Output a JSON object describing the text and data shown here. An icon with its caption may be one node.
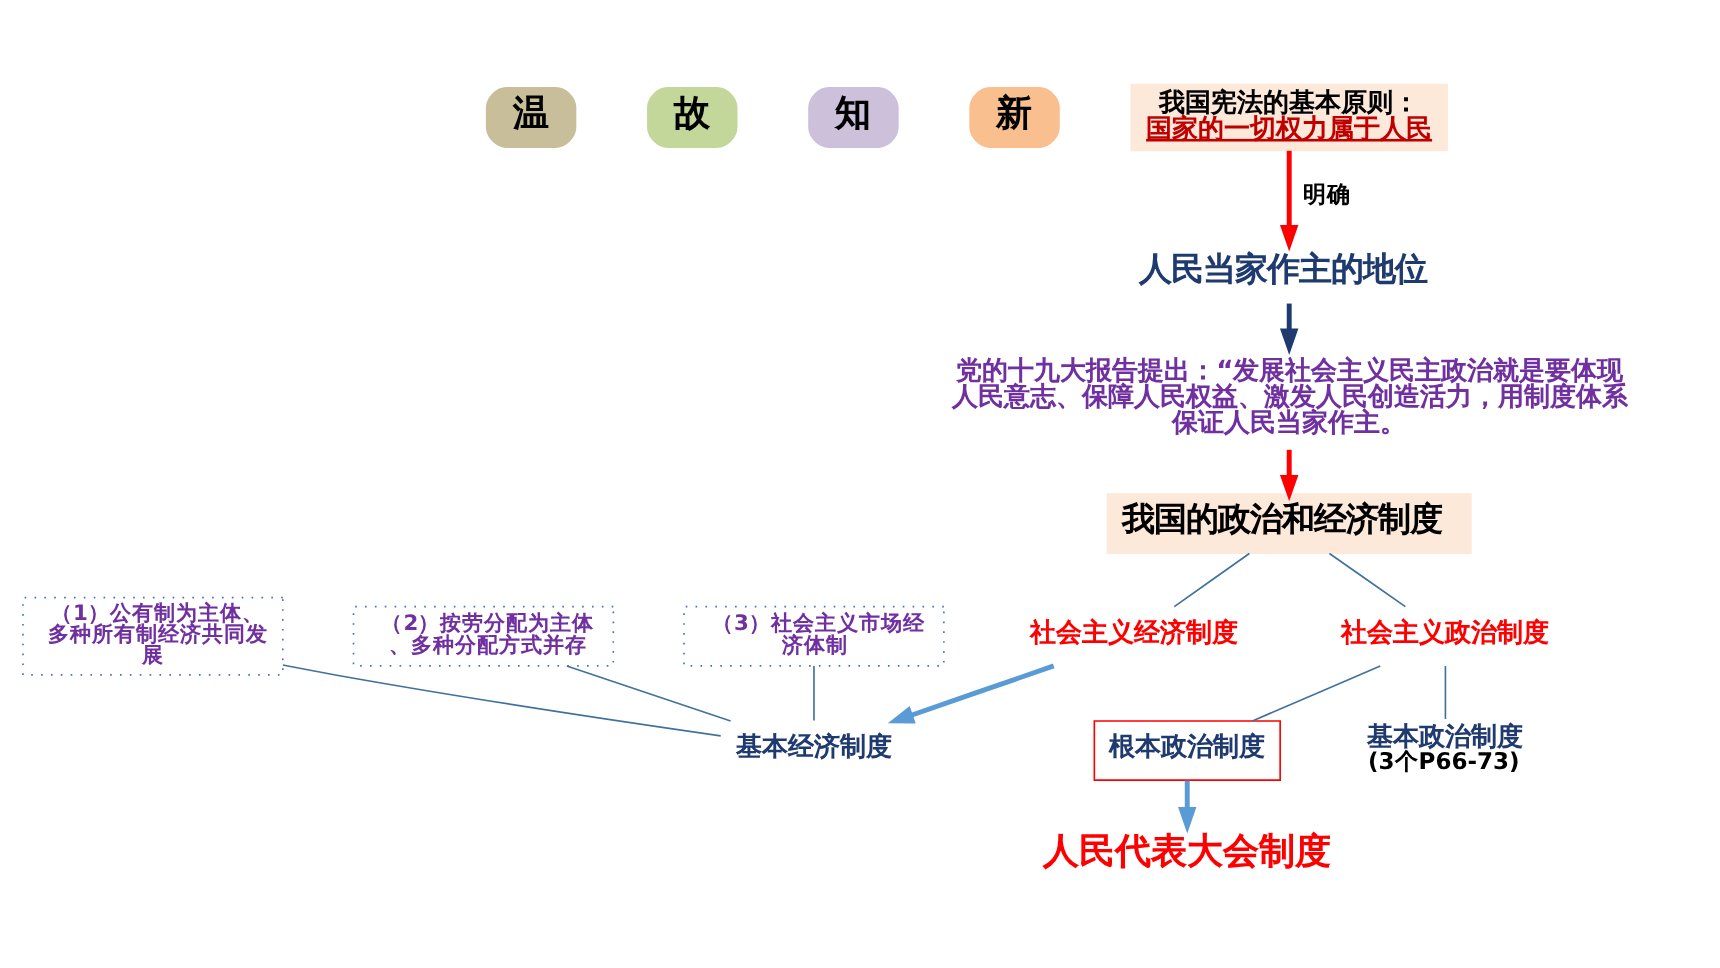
{
  "diagram": {
    "nodes": [
      {
        "text": [
          "温"
        ]
      },
      {
        "text": [
          "故"
        ]
      },
      {
        "text": [
          "知"
        ]
      },
      {
        "text": [
          "新"
        ]
      },
      {
        "text": [
          "我国宪法的基本原则：",
          "国家的一切权力属于人民"
        ]
      },
      {
        "text": [
          "人民当家作主的地位"
        ]
      },
      {
        "text": [
          "党的十九大报告提出：“发展社会主义民主政治就是要体现人民意志、保障人民权益、激发人民创造活力，用制度体系保证人民当家作主。"
        ]
      },
      {
        "text": [
          "我国的政治和经济制度"
        ]
      },
      {
        "text": [
          "社会主义经济制度"
        ]
      },
      {
        "text": [
          "社会主义政治制度"
        ]
      },
      {
        "text": [
          "基本经济制度"
        ]
      },
      {
        "text": [
          "根本政治制度"
        ]
      },
      {
        "text": [
          "基本政治制度"
        ],
        "beside": [
          "(3个P66-73)"
        ]
      },
      {
        "text": [
          "人民代表大会制度"
        ]
      },
      {
        "text": [
          "（1）公有制为主体、多种所有制经济共同发展"
        ]
      },
      {
        "text": [
          "（2）按劳分配为主体、多种分配方式并存"
        ]
      },
      {
        "text": [
          "（3）社会主义市场经济体制"
        ]
      }
    ],
    "edges": [
      {
        "from": 4,
        "to": 5,
        "arrow": "to",
        "label": "明确",
        "color": "#ff0000",
        "style": "thick"
      },
      {
        "from": 5,
        "to": 6,
        "arrow": "to",
        "color": "#1f3a6e",
        "style": "thick"
      },
      {
        "from": 6,
        "to": 7,
        "arrow": "to",
        "color": "#ff0000",
        "style": "thick"
      },
      {
        "from": 7,
        "to": 8,
        "arrow": "none"
      },
      {
        "from": 7,
        "to": 9,
        "arrow": "none"
      },
      {
        "from": 8,
        "to": 10,
        "arrow": "to",
        "color": "#5b9bd5",
        "style": "thick"
      },
      {
        "from": 9,
        "to": 11,
        "arrow": "none"
      },
      {
        "from": 9,
        "to": 12,
        "arrow": "none"
      },
      {
        "from": 11,
        "to": 13,
        "arrow": "to",
        "color": "#5b9bd5",
        "style": "thick"
      },
      {
        "from": 14,
        "to": 10,
        "arrow": "none"
      },
      {
        "from": 15,
        "to": 10,
        "arrow": "none"
      },
      {
        "from": 16,
        "to": 10,
        "arrow": "none"
      }
    ]
  }
}
